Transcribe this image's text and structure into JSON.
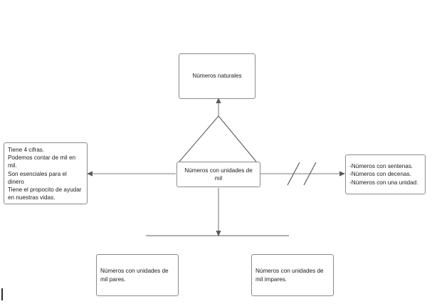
{
  "diagram": {
    "title": "Números con unidades de mil",
    "background_color": "#ffffff",
    "line_color": "#7d7d7d",
    "text_color": "#1a1a1a",
    "nodes": {
      "top": {
        "label": "Números naturales"
      },
      "center": {
        "label": "Números con unidades de mil"
      },
      "left": {
        "label": "Tiene 4 cifras.\nPodemos contar de mil en mil.\nSon esenciales para el dinero\nTiene el propocito de ayudar en nuestras vidas."
      },
      "right": {
        "label": "-Números con sentenas.\n-Números con decenas.\n-Números con una unidad."
      },
      "bottom_left": {
        "label": "Números con unidades de mil pares."
      },
      "bottom_right": {
        "label": "Números con unidades de mil impares."
      }
    },
    "connectors": [
      {
        "name": "center-to-top-arrow",
        "from": "center",
        "to": "top",
        "direction": "up",
        "decoration": "triangle"
      },
      {
        "name": "center-to-left-arrow",
        "from": "center",
        "to": "left",
        "direction": "left",
        "decoration": "none"
      },
      {
        "name": "center-to-right-arrow",
        "from": "center",
        "to": "right",
        "direction": "right",
        "decoration": "double-slash-break"
      },
      {
        "name": "center-to-bottom-arrow",
        "from": "center",
        "to": "bottom-split",
        "direction": "down",
        "decoration": "splitter-bar"
      }
    ],
    "caret": {
      "name": "text-caret",
      "visible": true
    }
  }
}
